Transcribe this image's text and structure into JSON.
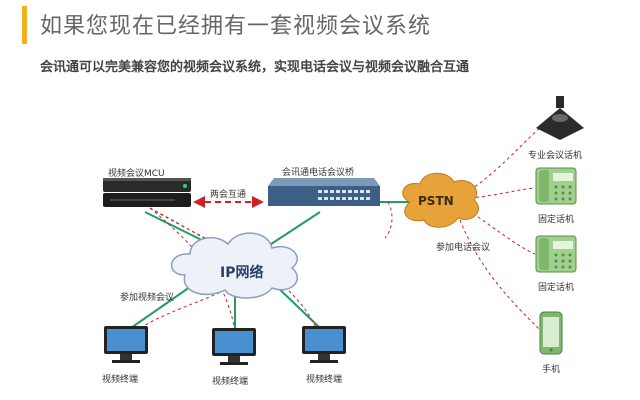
{
  "header": {
    "title": "如果您现在已经拥有一套视频会议系统",
    "subtitle": "会讯通可以完美兼容您的视频会议系统，实现电话会议与视频会议融合互通"
  },
  "diagram": {
    "mcu_label": "视频会议MCU",
    "bridge_label": "会讯通电话会议桥",
    "interconnect_label": "两会互通",
    "ip_network_label": "IP网络",
    "pstn_label": "PSTN",
    "join_video_label": "参加视频会议",
    "join_phone_label": "参加电话会议",
    "terminal_labels": [
      "视频终端",
      "视频终端",
      "视频终端"
    ],
    "device_labels": [
      "专业会议话机",
      "固定话机",
      "固定话机",
      "手机"
    ]
  },
  "colors": {
    "accent": "#f2b01e",
    "link_green": "#1f9e6a",
    "link_red": "#cc2222",
    "cloud": "#eef1f7"
  }
}
